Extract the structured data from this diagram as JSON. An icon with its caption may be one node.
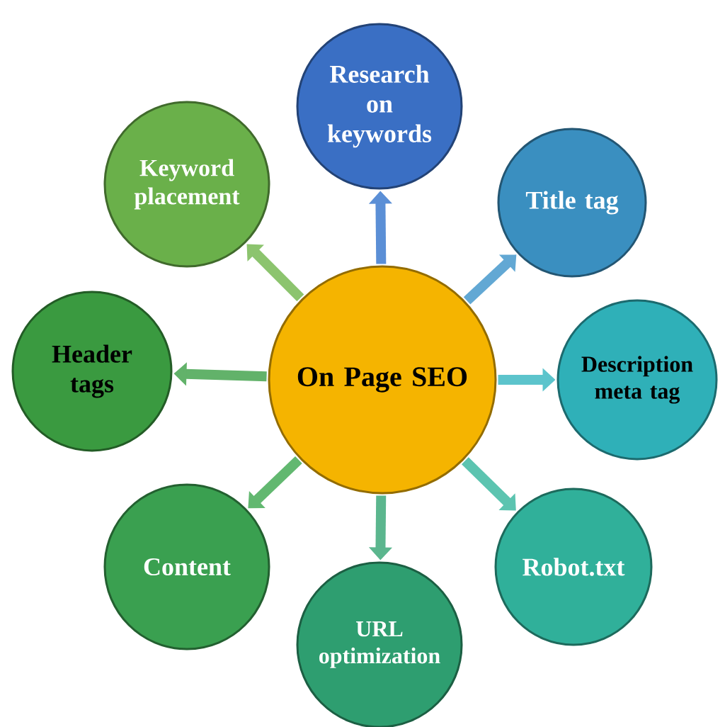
{
  "diagram": {
    "nodes": [
      {
        "text": [
          "On Page SEO"
        ]
      },
      {
        "text": [
          "Research on keywords"
        ]
      },
      {
        "text": [
          "Title tag"
        ]
      },
      {
        "text": [
          "Description meta tag"
        ]
      },
      {
        "text": [
          "Robot.txt"
        ]
      },
      {
        "text": [
          "URL optimization"
        ]
      },
      {
        "text": [
          "Content"
        ]
      },
      {
        "text": [
          "Header tags"
        ]
      },
      {
        "text": [
          "Keyword placement"
        ]
      }
    ],
    "edges": [
      {
        "from": 0,
        "to": 1,
        "arrow": "to",
        "color": "#5b8fd6"
      },
      {
        "from": 0,
        "to": 2,
        "arrow": "to",
        "color": "#62a8d4"
      },
      {
        "from": 0,
        "to": 3,
        "arrow": "to",
        "color": "#5cc4cc"
      },
      {
        "from": 0,
        "to": 4,
        "arrow": "to",
        "color": "#5cc4b0"
      },
      {
        "from": 0,
        "to": 5,
        "arrow": "to",
        "color": "#5bb68e"
      },
      {
        "from": 0,
        "to": 6,
        "arrow": "to",
        "color": "#62b870"
      },
      {
        "from": 0,
        "to": 7,
        "arrow": "to",
        "color": "#62b26a"
      },
      {
        "from": 0,
        "to": 8,
        "arrow": "to",
        "color": "#8cc46e"
      }
    ]
  }
}
